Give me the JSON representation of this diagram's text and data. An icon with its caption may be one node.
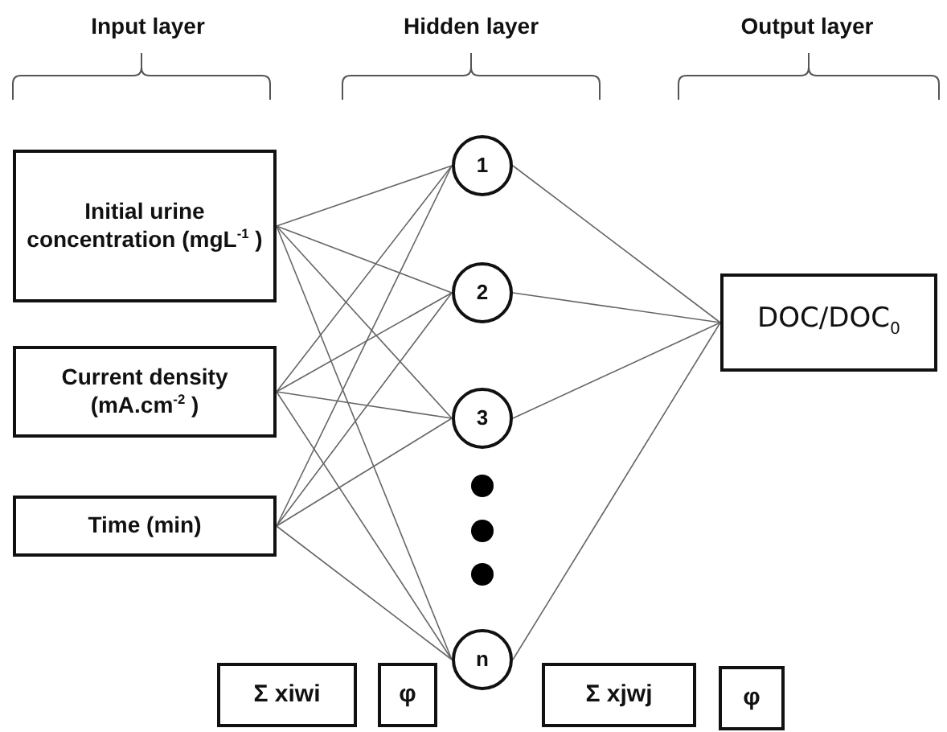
{
  "diagram": {
    "nodes": [
      {
        "text": [
          "Initial urine concentration (mgL$^{-1}$ )"
        ]
      },
      {
        "text": [
          "Current density (mA.cm$^{-2}$ )"
        ]
      },
      {
        "text": [
          "Time (min)"
        ]
      },
      {
        "text": [
          "1"
        ]
      },
      {
        "text": [
          "2"
        ]
      },
      {
        "text": [
          "3"
        ]
      },
      {
        "text": [
          "n"
        ]
      },
      {
        "text": [
          "DOC/DOC$_{0}$"
        ]
      },
      {
        "text": [
          "Σ xiwi"
        ]
      },
      {
        "text": [
          "φ"
        ]
      },
      {
        "text": [
          "Σ xjwj"
        ]
      },
      {
        "text": [
          "φ"
        ]
      }
    ],
    "edges": [
      {
        "from": 0,
        "to": 3,
        "arrow": "none"
      },
      {
        "from": 0,
        "to": 4,
        "arrow": "none"
      },
      {
        "from": 0,
        "to": 5,
        "arrow": "none"
      },
      {
        "from": 0,
        "to": 6,
        "arrow": "none"
      },
      {
        "from": 1,
        "to": 3,
        "arrow": "none"
      },
      {
        "from": 1,
        "to": 4,
        "arrow": "none"
      },
      {
        "from": 1,
        "to": 5,
        "arrow": "none"
      },
      {
        "from": 1,
        "to": 6,
        "arrow": "none"
      },
      {
        "from": 2,
        "to": 3,
        "arrow": "none"
      },
      {
        "from": 2,
        "to": 4,
        "arrow": "none"
      },
      {
        "from": 2,
        "to": 5,
        "arrow": "none"
      },
      {
        "from": 2,
        "to": 6,
        "arrow": "none"
      },
      {
        "from": 3,
        "to": 7,
        "arrow": "none"
      },
      {
        "from": 4,
        "to": 7,
        "arrow": "none"
      },
      {
        "from": 5,
        "to": 7,
        "arrow": "none"
      },
      {
        "from": 6,
        "to": 7,
        "arrow": "none"
      }
    ],
    "labels": [
      "Input layer",
      "Hidden layer",
      "Output layer"
    ]
  }
}
